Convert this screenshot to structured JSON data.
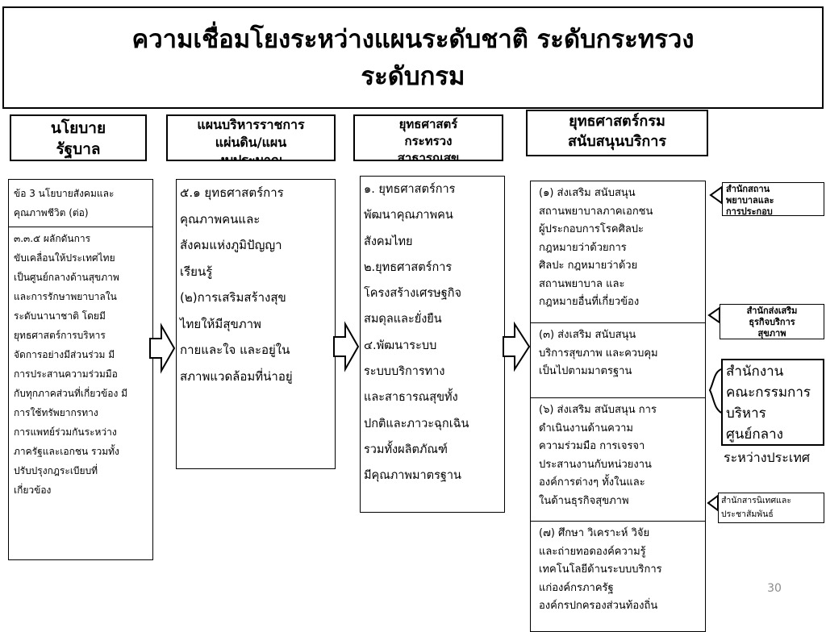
{
  "slide": {
    "title": "ความเชื่อมโยงระหว่างแผนระดับชาติ ระดับกระทรวง\nระดับกรม",
    "page_number": "30"
  },
  "headers": [
    "นโยบาย\nรัฐบาล",
    "แผนบริหารราชการ\nแผ่นดิน/แผน\nงบประมาณ",
    "ยุทธศาสตร์\nกระทรวง\nสาธารณสุข",
    "ยุทธศาสตร์กรม\nสนับสนุนบริการ\nสุขภาพ"
  ],
  "col1": {
    "row1": "ข้อ 3 นโยบายสังคมและคุณภาพชีวิต (ต่อ)",
    "row2": "๓.๓.๕ ผลักดันการ\nขับเคลื่อนให้ประเทศไทย\nเป็นศูนย์กลางด้านสุขภาพ\nและการรักษาพยาบาลใน\nระดับนานาชาติ โดยมี\nยุทธศาสตร์การบริหาร\nจัดการอย่างมีส่วนร่วม มี\nการประสานความร่วมมือ\nกับทุกภาคส่วนที่เกี่ยวข้อง มี\nการใช้ทรัพยากรทาง\nการแพทย์ร่วมกันระหว่าง\nภาครัฐและเอกชน รวมทั้ง\nปรับปรุงกฎระเบียบที่\nเกี่ยวข้อง"
  },
  "col2": {
    "text": "๕.๑ ยุทธศาสตร์การ\nคุณภาพคนและ\nสังคมแห่งภูมิปัญญา\nเรียนรู้\n(๒)การเสริมสร้างสุข\nไทยให้มีสุขภาพ\nกายและใจ และอยู่ใน\nสภาพแวดล้อมที่น่าอยู่"
  },
  "col3": {
    "text": "๑. ยุทธศาสตร์การ\nพัฒนาคุณภาพคน\nสังคมไทย\n๒.ยุทธศาสตร์การ\nโครงสร้างเศรษฐกิจ\nสมดุลและยั่งยืน\n๔.พัฒนาระบบ\nระบบบริการทาง\nและสาธารณสุขทั้ง\nปกติและภาวะฉุกเฉิน\nรวมทั้งผลิตภัณฑ์\nมีคุณภาพมาตรฐาน"
  },
  "col4": {
    "items": [
      "(๑) ส่งเสริม สนับสนุน\nสถานพยาบาลภาคเอกชน\nผู้ประกอบการโรคศิลปะ\nกฎหมายว่าด้วยการ\nศิลปะ กฎหมายว่าด้วย\nสถานพยาบาล และ\nกฎหมายอื่นที่เกี่ยวข้อง",
      "(๓) ส่งเสริม สนับสนุน\nบริการสุขภาพ และควบคุม\nเป็นไปตามมาตรฐาน",
      "(๖) ส่งเสริม สนับสนุน การ\nดำเนินงานด้านความ\nความร่วมมือ การเจรจา\nประสานงานกับหน่วยงาน\nองค์การต่างๆ  ทั้งในและ\nในด้านธุรกิจสุขภาพ",
      "(๗) ศึกษา วิเคราะห์ วิจัย\nและถ่ายทอดองค์ความรู้\nเทคโนโลยีด้านระบบบริการ\nแก่องค์กรภาครัฐ\nองค์กรปกครองส่วนท้องถิ่น"
    ]
  },
  "side_labels": {
    "a": "สำนักสถาน\nพยาบาลและ\nการประกอบ\nโรคศิลปะ",
    "b": "สำนักส่งเสริม\nธุรกิจบริการ\nสุขภาพ",
    "c_box": "สำนักงาน\nคณะกรรมการ\nบริหาร\nศูนย์กลาง",
    "c_tail": "ระหว่างประเทศ",
    "d": "สำนักสารนิเทศและ\nประชาสัมพันธ์"
  }
}
